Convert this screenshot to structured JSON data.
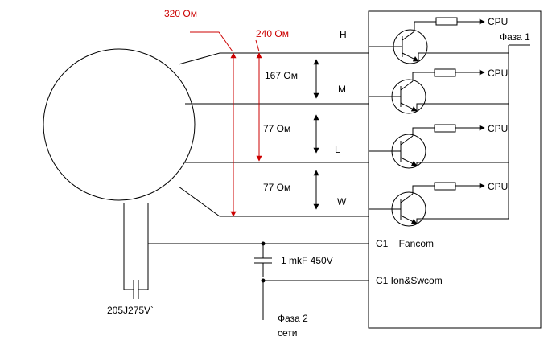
{
  "colors": {
    "ink": "#000000",
    "measure": "#cc0000",
    "background": "#ffffff"
  },
  "resistances": {
    "total": "320 Ом",
    "h_to_l": "240 Ом",
    "h_to_m": "167 Ом",
    "m_to_l": "77 Ом",
    "l_to_w": "77 Ом"
  },
  "taps": {
    "h": "H",
    "m": "M",
    "l": "L",
    "w": "W"
  },
  "outputs": {
    "cpu_1": "CPU",
    "cpu_2": "CPU",
    "cpu_3": "CPU",
    "cpu_4": "CPU",
    "phase_1": "Фаза 1"
  },
  "terminals": {
    "c1_fancom": "C1    Fancom",
    "c1_ion": "C1 Ion&Swcom"
  },
  "capacitors": {
    "run_cap": "1 mkF 450V",
    "motor_cap": "205J275V`"
  },
  "mains": {
    "line_1": "Фаза 2",
    "line_2": "сети"
  }
}
